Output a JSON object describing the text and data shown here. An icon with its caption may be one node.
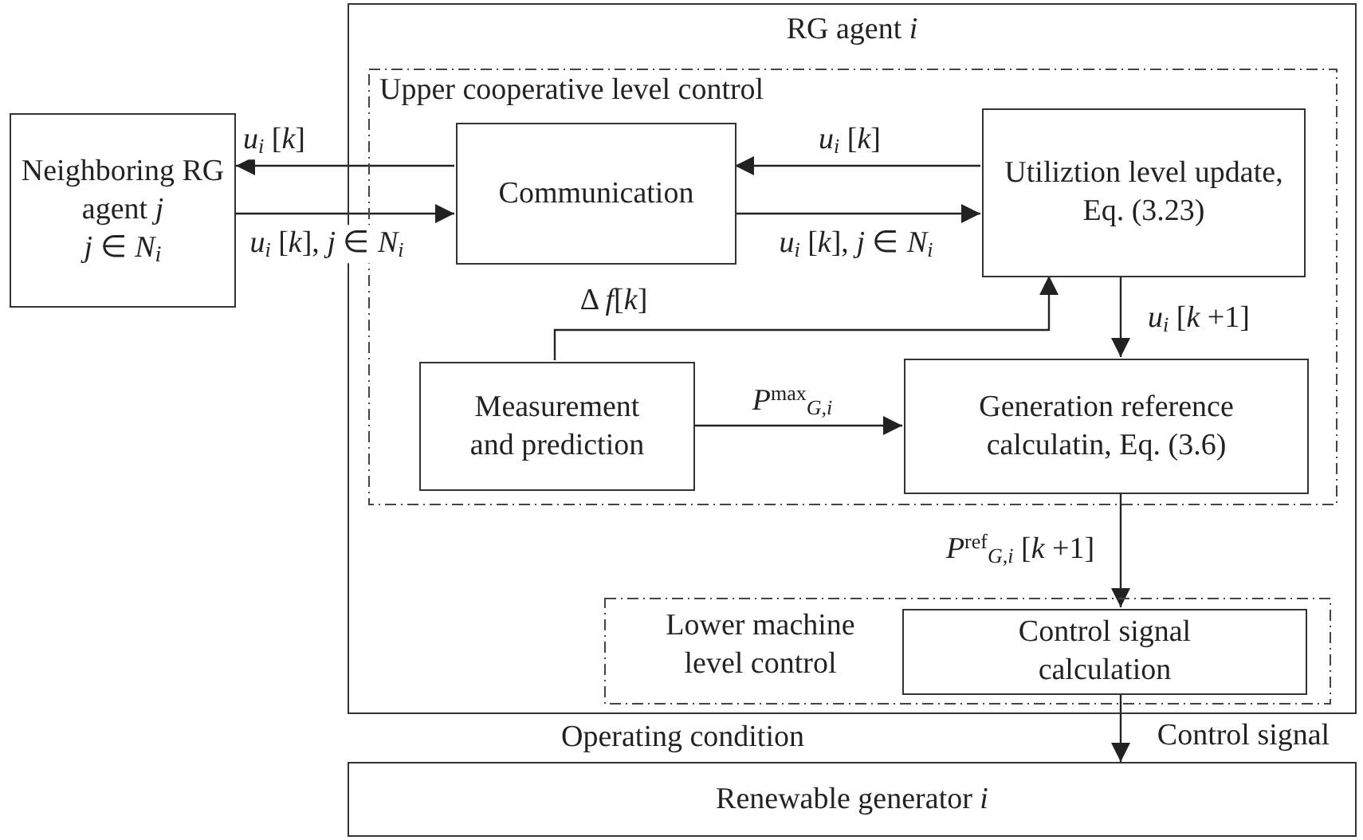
{
  "diagram": {
    "nodes": [
      {
        "text": [
          "Neighboring RG agent *j*",
          "*j* ∈ *N*$_{i}$"
        ]
      },
      {
        "text": [
          "RG agent *i*"
        ]
      },
      {
        "text": [
          "Upper cooperative level control"
        ],
        "in": 1
      },
      {
        "text": [
          "Communication"
        ],
        "in": 2
      },
      {
        "text": [
          "Utiliztion level update, Eq. (3.23)"
        ],
        "in": 2
      },
      {
        "text": [
          "Measurement and prediction"
        ],
        "in": 2
      },
      {
        "text": [
          "Generation reference calculatin, Eq. (3.6)"
        ],
        "in": 2
      },
      {
        "text": [
          "Lower machine level control"
        ],
        "in": 1
      },
      {
        "text": [
          "Control signal calculation"
        ],
        "in": 7
      },
      {
        "text": [
          "Renewable generator *i*"
        ]
      }
    ],
    "edges": [
      {
        "from": 3,
        "to": 0,
        "arrow": "to",
        "label": "*u*$_{i}$ [*k*]"
      },
      {
        "from": 0,
        "to": 3,
        "arrow": "to",
        "label": "*u*$_{i}$ [*k*], *j* ∈ *N*$_{i}$"
      },
      {
        "from": 4,
        "to": 3,
        "arrow": "to",
        "label": "*u*$_{i}$ [*k*]"
      },
      {
        "from": 3,
        "to": 4,
        "arrow": "to",
        "label": "*u*$_{i}$ [*k*], *j* ∈ *N*$_{i}$"
      },
      {
        "from": 5,
        "to": 4,
        "arrow": "to",
        "label": "Δ *f*[*k*]"
      },
      {
        "from": 4,
        "to": 6,
        "arrow": "to",
        "label": "*u*$_{i}$ [*k* +1]"
      },
      {
        "from": 5,
        "to": 6,
        "arrow": "to",
        "label": "*P*$^{max}$$_{G,i}$"
      },
      {
        "from": 6,
        "to": 8,
        "arrow": "to",
        "label": "*P*$^{ref}$$_{G,i}$ [*k* +1]"
      },
      {
        "from": 8,
        "to": 9,
        "arrow": "to",
        "label": "Control signal"
      }
    ],
    "labels": [
      "Operating condition"
    ]
  }
}
